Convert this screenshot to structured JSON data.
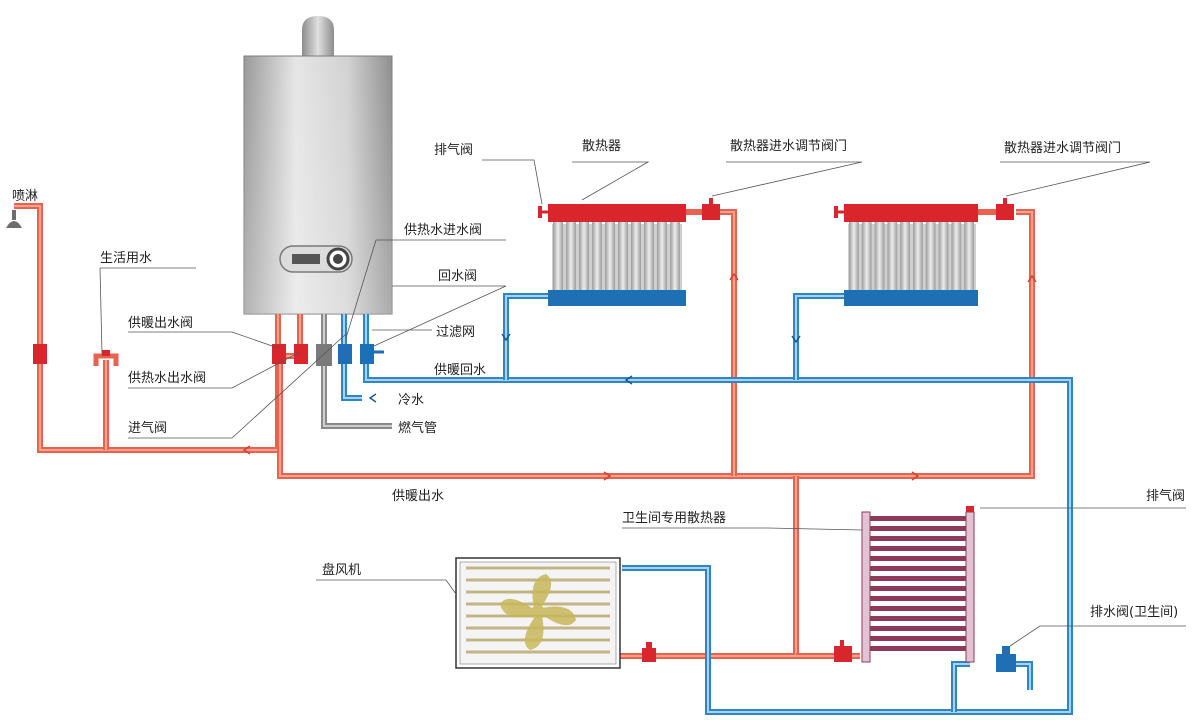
{
  "colors": {
    "hot_pipe": "#e8624e",
    "cold_pipe": "#2e86c8",
    "gas_pipe": "#8a8a8a",
    "radiator_red": "#d8262c",
    "radiator_blue": "#1f6fb5",
    "boiler_body": "#c9c9c9",
    "towel_rail": "#8e3b5b",
    "fan_coil_blade": "#c8b85a"
  },
  "labels": {
    "shower": "喷淋",
    "domestic_water": "生活用水",
    "heating_out_valve": "供暖出水阀",
    "hot_water_out_valve": "供热水出水阀",
    "air_inlet_valve": "进气阀",
    "hot_water_in_valve": "供热水进水阀",
    "return_valve": "回水阀",
    "filter": "过滤网",
    "cold_water": "冷水",
    "gas_pipe": "燃气管",
    "heating_return": "供暖回水",
    "heating_supply": "供暖出水",
    "air_vent_1": "排气阀",
    "radiator": "散热器",
    "radiator_valve_1": "散热器进水调节阀门",
    "radiator_valve_2": "散热器进水调节阀门",
    "bathroom_radiator": "卫生间专用散热器",
    "air_vent_2": "排气阀",
    "fan_coil": "盘风机",
    "drain_valve": "排水阀(卫生间)"
  },
  "icons": [
    "shower-head-icon",
    "boiler-icon",
    "radiator-icon",
    "towel-rail-icon",
    "fan-coil-icon",
    "valve-icon",
    "flow-arrow-icon"
  ]
}
